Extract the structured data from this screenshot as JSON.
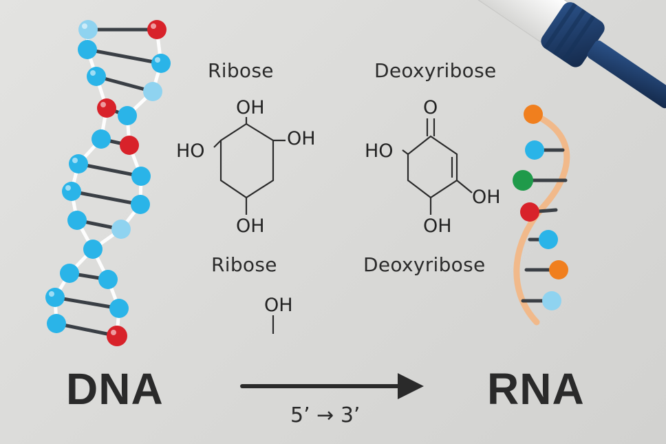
{
  "labels": {
    "ribose_top": "Ribose",
    "deoxyribose_top": "Deoxyribose",
    "ribose_bottom": "Ribose",
    "deoxyribose_bottom": "Deoxyribose",
    "dna": "DNA",
    "rna": "RNA",
    "direction": "5’ → 3’"
  },
  "ribose_structure": {
    "oh_top": "OH",
    "ho_left": "HO",
    "oh_right": "OH",
    "oh_bottom": "OH"
  },
  "deoxyribose_structure": {
    "o_top": "O",
    "ho_left": "HO",
    "oh_right": "OH",
    "oh_bottom": "OH"
  },
  "fragment": {
    "oh": "OH"
  },
  "colors": {
    "background": "#dcdcda",
    "text": "#2a2a2a",
    "bead_blue": "#2ab4e8",
    "bead_light_blue": "#8fd3f0",
    "bead_red": "#d8222a",
    "bead_orange": "#f07f1e",
    "bead_green": "#1f9a4a",
    "rung": "#3a3f45",
    "rna_backbone": "#f1b98a",
    "pipette_body": "#f4f4f2",
    "pipette_navy": "#1e3e6e"
  }
}
